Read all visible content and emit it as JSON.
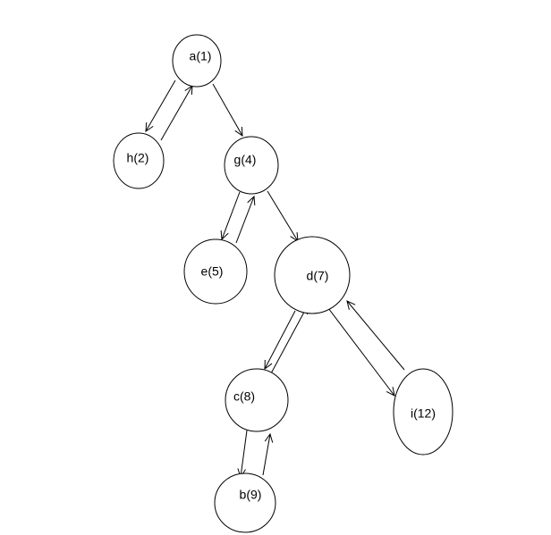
{
  "diagram": {
    "nodes": [
      {
        "id": "a",
        "label": "a(1)"
      },
      {
        "id": "h",
        "label": "h(2)"
      },
      {
        "id": "g",
        "label": "g(4)"
      },
      {
        "id": "e",
        "label": "e(5)"
      },
      {
        "id": "d",
        "label": "d(7)"
      },
      {
        "id": "c",
        "label": "c(8)"
      },
      {
        "id": "b",
        "label": "b(9)"
      },
      {
        "id": "i",
        "label": "i(12)"
      }
    ],
    "edges": [
      {
        "from": "a",
        "to": "h"
      },
      {
        "from": "h",
        "to": "a"
      },
      {
        "from": "a",
        "to": "g"
      },
      {
        "from": "g",
        "to": "e"
      },
      {
        "from": "e",
        "to": "g"
      },
      {
        "from": "g",
        "to": "d"
      },
      {
        "from": "d",
        "to": "c"
      },
      {
        "from": "c",
        "to": "d"
      },
      {
        "from": "c",
        "to": "b"
      },
      {
        "from": "b",
        "to": "c"
      },
      {
        "from": "d",
        "to": "i"
      },
      {
        "from": "i",
        "to": "d"
      }
    ],
    "stroke_color": "#000000",
    "fill_color": "#ffffff"
  }
}
